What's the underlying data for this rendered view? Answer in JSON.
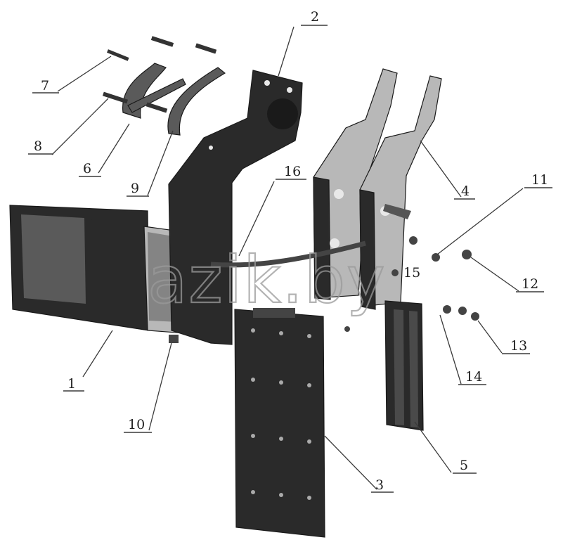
{
  "watermark": "azik.by",
  "callouts": [
    {
      "id": "1",
      "label": "1"
    },
    {
      "id": "2",
      "label": "2"
    },
    {
      "id": "3",
      "label": "3"
    },
    {
      "id": "4",
      "label": "4"
    },
    {
      "id": "5",
      "label": "5"
    },
    {
      "id": "6",
      "label": "6"
    },
    {
      "id": "7",
      "label": "7"
    },
    {
      "id": "8",
      "label": "8"
    },
    {
      "id": "9",
      "label": "9"
    },
    {
      "id": "10",
      "label": "10"
    },
    {
      "id": "11",
      "label": "11"
    },
    {
      "id": "12",
      "label": "12"
    },
    {
      "id": "13",
      "label": "13"
    },
    {
      "id": "14",
      "label": "14"
    },
    {
      "id": "15",
      "label": "15"
    },
    {
      "id": "16",
      "label": "16"
    }
  ]
}
